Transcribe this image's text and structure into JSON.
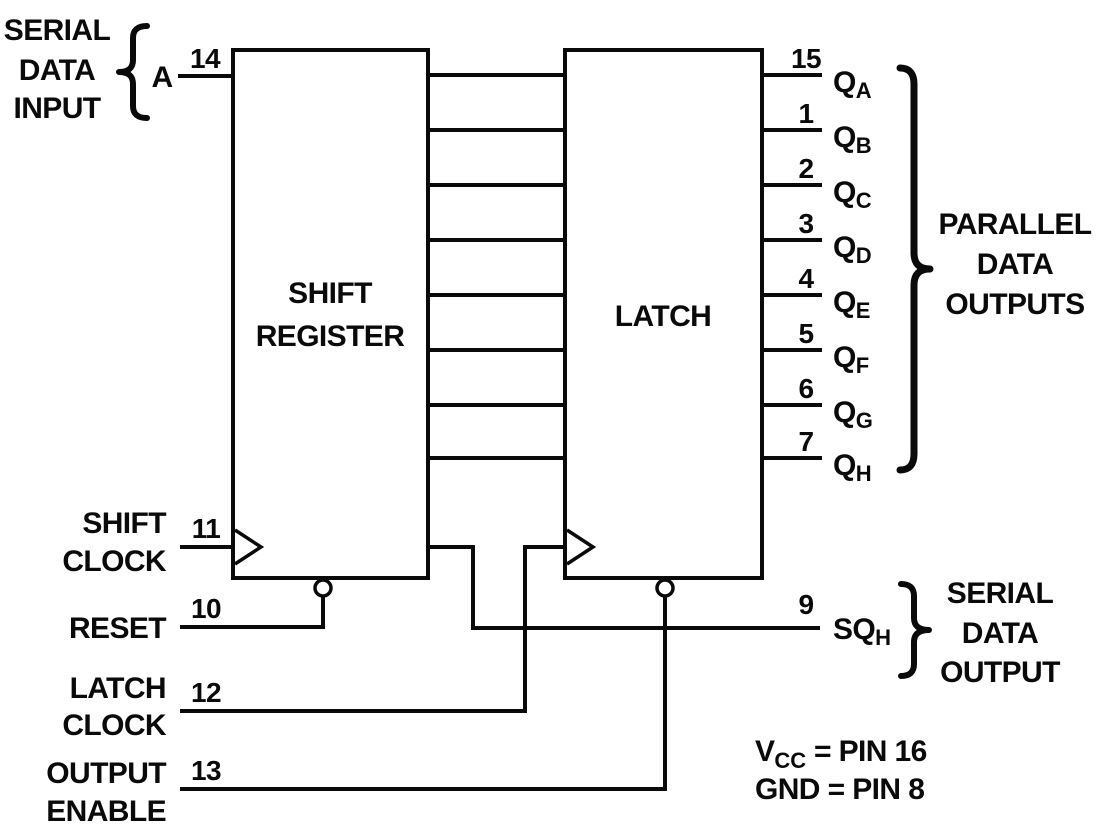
{
  "colors": {
    "ink": "#0a0a0a",
    "background": "#ffffff"
  },
  "diagram": {
    "blocks": {
      "shift_register": {
        "line1": "SHIFT",
        "line2": "REGISTER"
      },
      "latch": {
        "label": "LATCH"
      }
    },
    "serial_input": {
      "labels": [
        "SERIAL",
        "DATA",
        "INPUT"
      ],
      "signal": "A",
      "pin": "14"
    },
    "outputs": [
      {
        "pin": "15",
        "name": "Q",
        "sub": "A"
      },
      {
        "pin": "1",
        "name": "Q",
        "sub": "B"
      },
      {
        "pin": "2",
        "name": "Q",
        "sub": "C"
      },
      {
        "pin": "3",
        "name": "Q",
        "sub": "D"
      },
      {
        "pin": "4",
        "name": "Q",
        "sub": "E"
      },
      {
        "pin": "5",
        "name": "Q",
        "sub": "F"
      },
      {
        "pin": "6",
        "name": "Q",
        "sub": "G"
      },
      {
        "pin": "7",
        "name": "Q",
        "sub": "H"
      }
    ],
    "parallel_label": [
      "PARALLEL",
      "DATA",
      "OUTPUTS"
    ],
    "left_inputs": [
      {
        "pin": "11",
        "lines": [
          "SHIFT",
          "CLOCK"
        ]
      },
      {
        "pin": "10",
        "lines": [
          "RESET"
        ]
      },
      {
        "pin": "12",
        "lines": [
          "LATCH",
          "CLOCK"
        ]
      },
      {
        "pin": "13",
        "lines": [
          "OUTPUT",
          "ENABLE"
        ]
      }
    ],
    "serial_output": {
      "pin": "9",
      "name": "SQ",
      "sub": "H",
      "labels": [
        "SERIAL",
        "DATA",
        "OUTPUT"
      ]
    },
    "power": {
      "vcc_base": "V",
      "vcc_sub": "CC",
      "vcc_rest": " = PIN 16",
      "gnd": "GND = PIN 8"
    }
  }
}
